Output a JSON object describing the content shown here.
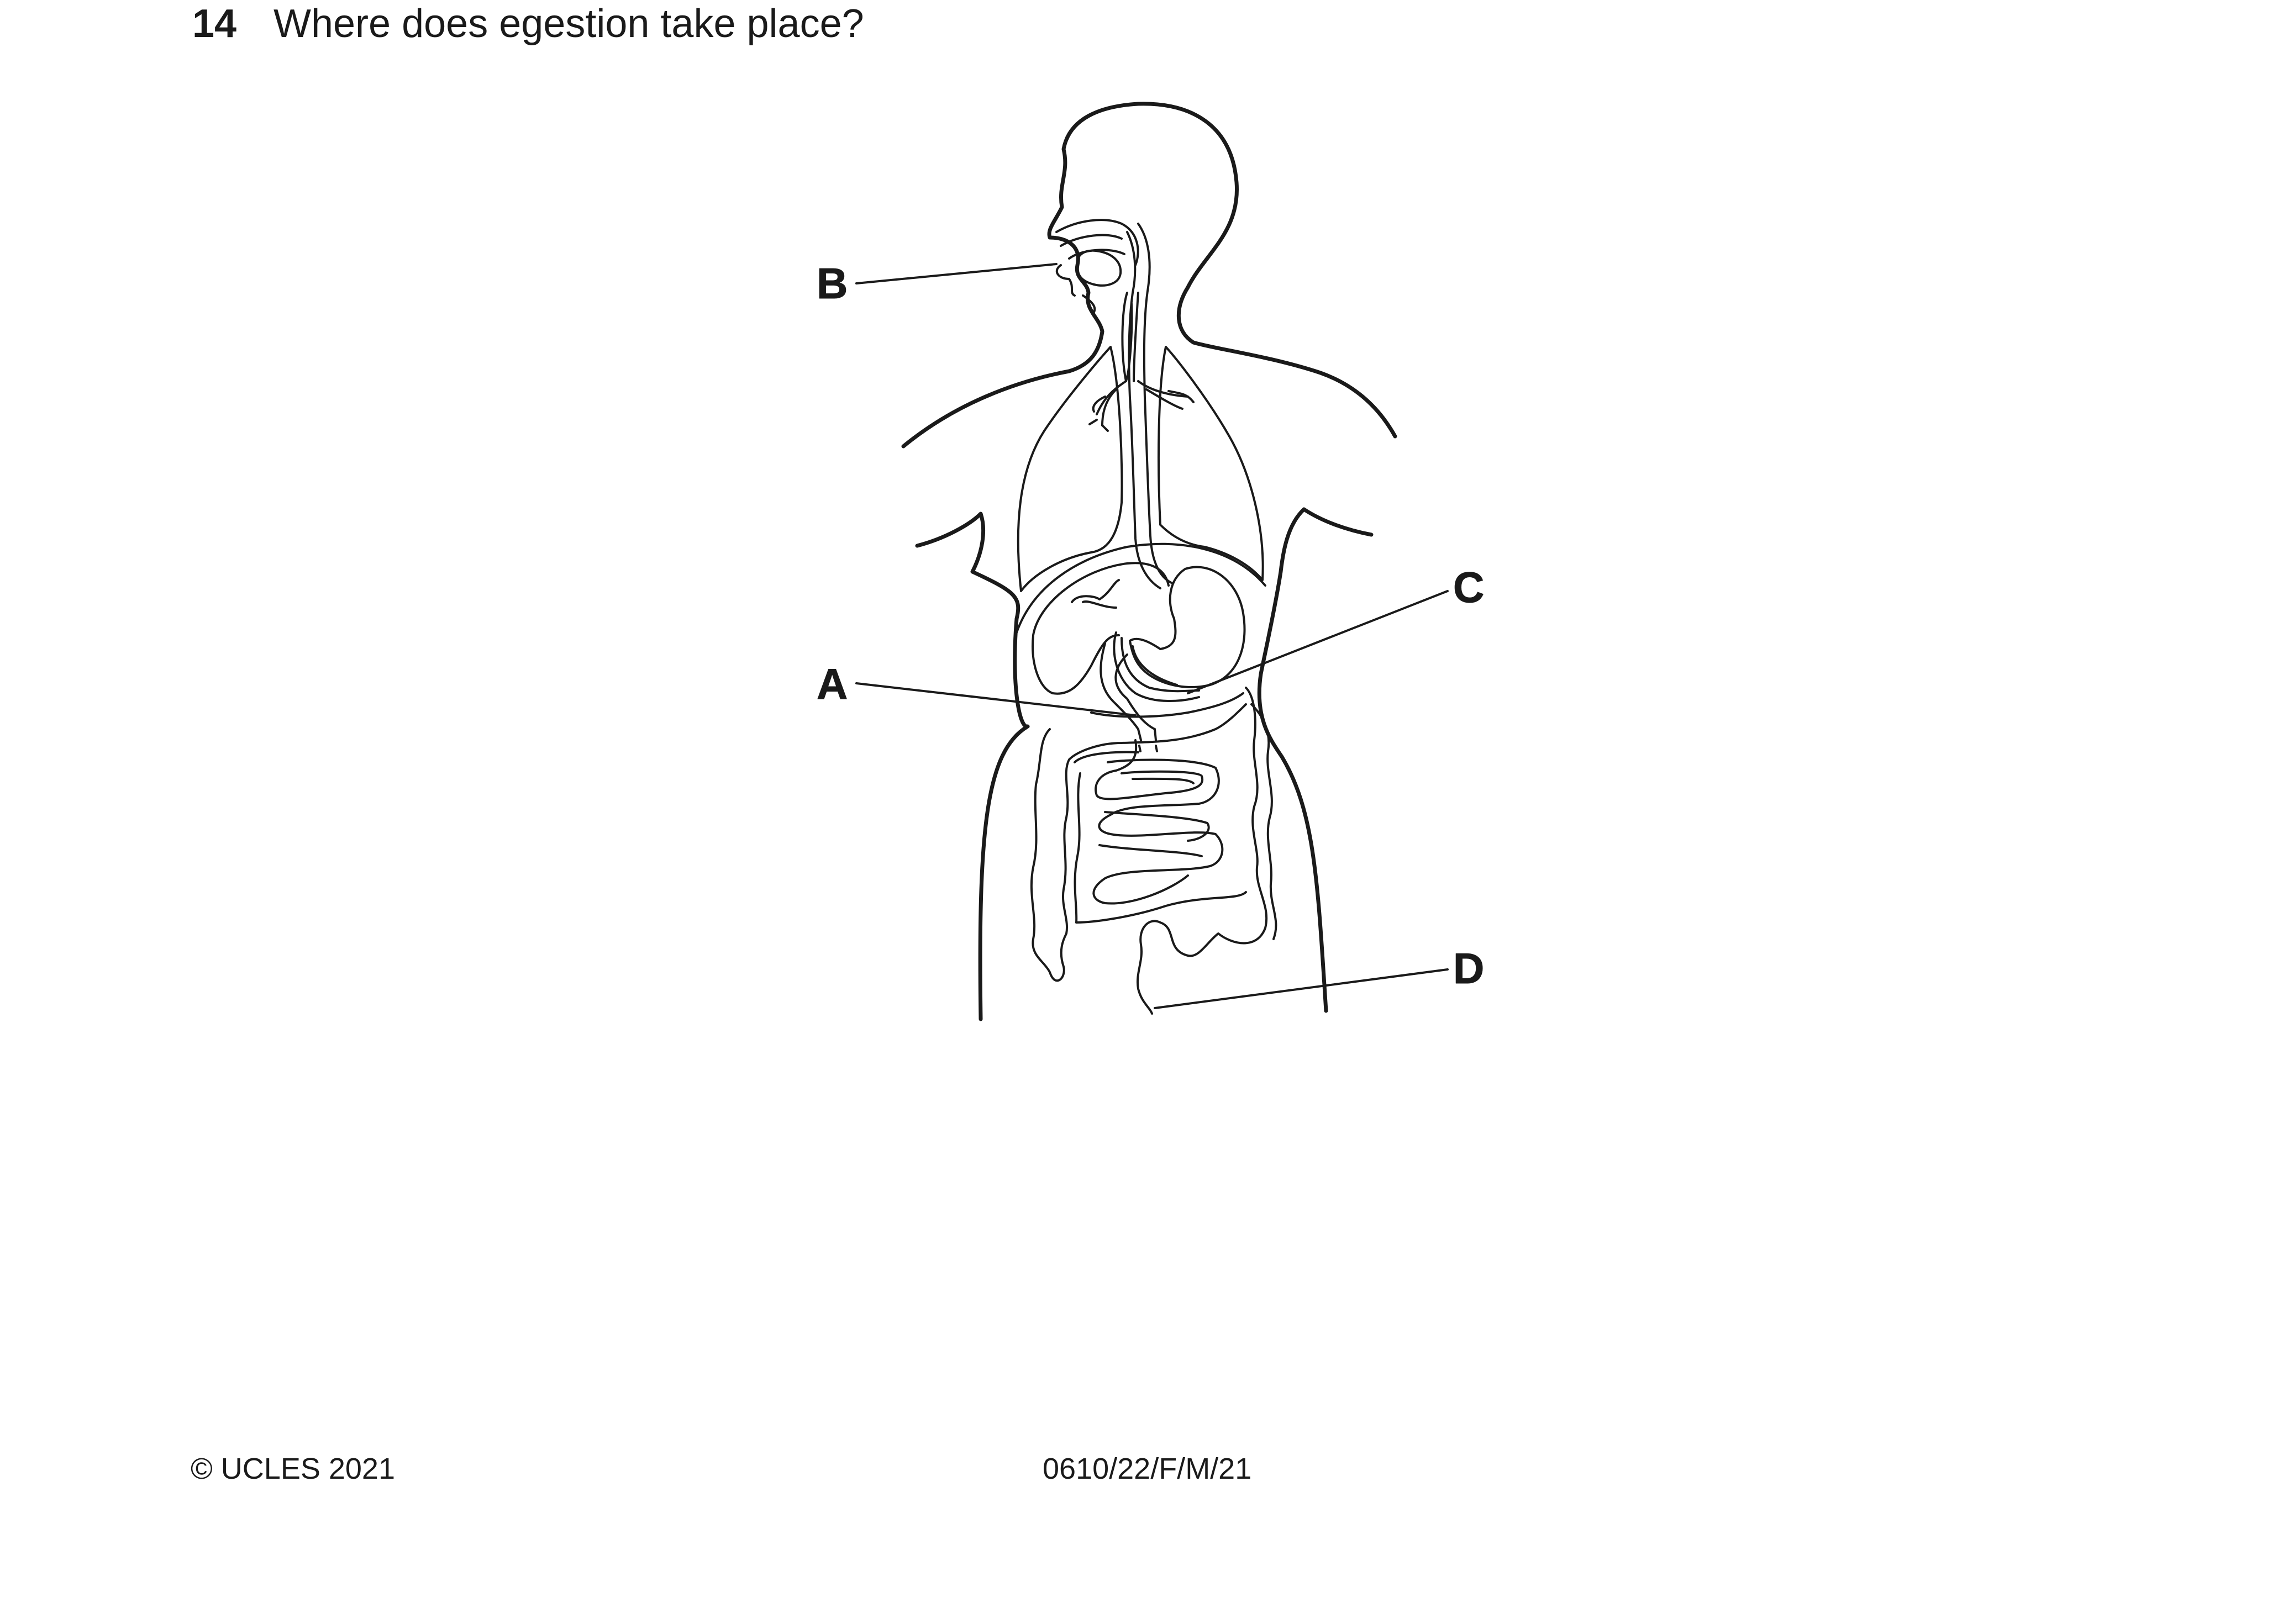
{
  "question": {
    "number": "14",
    "text": "Where does egestion take place?"
  },
  "diagram": {
    "labels": {
      "a": "A",
      "b": "B",
      "c": "C",
      "d": "D"
    }
  },
  "footer": {
    "copyright": "© UCLES 2021",
    "code": "0610/22/F/M/21"
  }
}
